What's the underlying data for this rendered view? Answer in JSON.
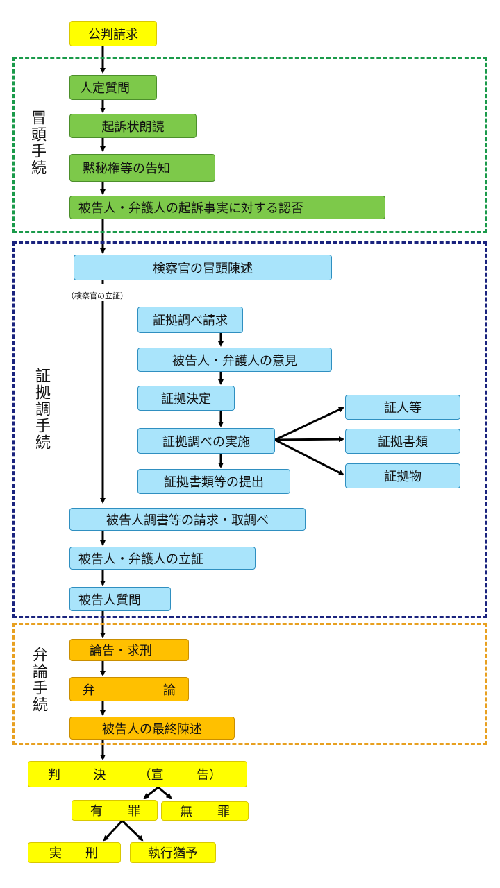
{
  "start": "公判請求",
  "sections": {
    "opening": {
      "label": "冒頭手続",
      "color": "#1a9a4a",
      "steps": [
        "人定質問",
        "起訴状朗読",
        "黙秘権等の告知",
        "被告人・弁護人の起訴事実に対する認否"
      ]
    },
    "evidence": {
      "label": "証拠調手続",
      "color": "#1a237e",
      "prosecutor_statement": "検察官の冒頭陳述",
      "prosecutor_note": "（検察官の立証）",
      "steps": [
        "証拠調べ請求",
        "被告人・弁護人の意見",
        "証拠決定",
        "証拠調べの実施",
        "証拠書類等の提出"
      ],
      "branches": [
        "証人等",
        "証拠書類",
        "証拠物"
      ],
      "defense_steps": [
        "被告人調書等の請求・取調べ",
        "被告人・弁護人の立証",
        "被告人質問"
      ]
    },
    "argument": {
      "label": "弁論手続",
      "color": "#e8a020",
      "steps": [
        "論告・求刑",
        "弁　　　　論",
        "被告人の最終陳述"
      ],
      "bensatsu": [
        "弁",
        "論"
      ]
    }
  },
  "verdict": {
    "label": [
      "判",
      "決",
      "（宣",
      "告）"
    ],
    "guilty": [
      "有",
      "罪"
    ],
    "not_guilty": [
      "無",
      "罪"
    ],
    "sentence": [
      "実",
      "刑"
    ],
    "suspended": "執行猶予"
  }
}
